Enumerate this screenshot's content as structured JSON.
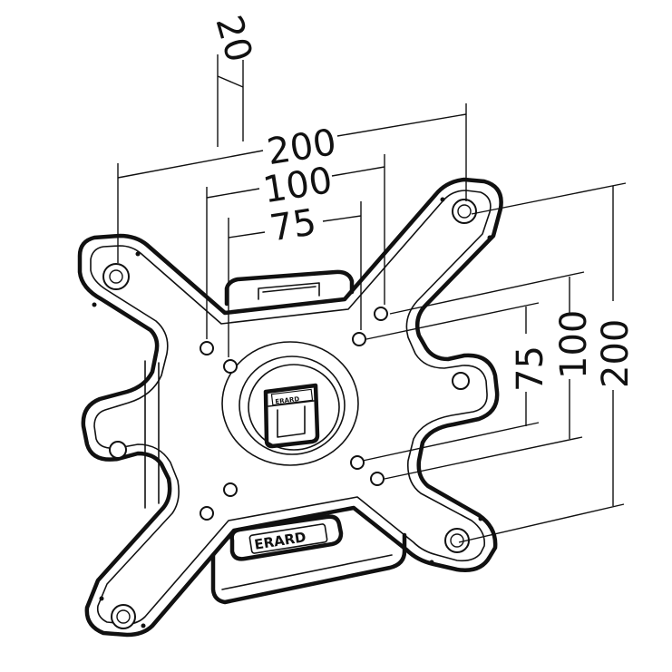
{
  "dimensions": {
    "depth": "20",
    "horizontal": [
      "200",
      "100",
      "75"
    ],
    "vertical": [
      "75",
      "100",
      "200"
    ]
  },
  "brand": {
    "name": "ERARD"
  },
  "colors": {
    "line": "#111111",
    "background": "#ffffff"
  }
}
